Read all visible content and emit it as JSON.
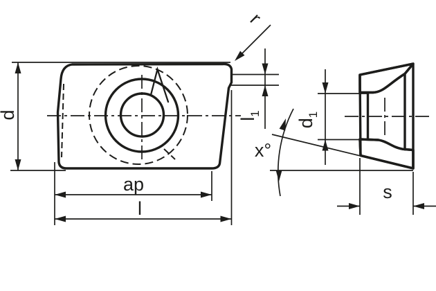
{
  "drawing": {
    "colors": {
      "background": "#ffffff",
      "line_color": "#1d1d1b",
      "insert_fill": "#f5e87f"
    },
    "labels": {
      "d": "d",
      "ap": "ap",
      "l": "l",
      "r": "r",
      "l1": {
        "base": "l",
        "sub": "1"
      },
      "x_angle": "x°",
      "d1": {
        "base": "d",
        "sub": "1"
      },
      "s": "s"
    }
  }
}
